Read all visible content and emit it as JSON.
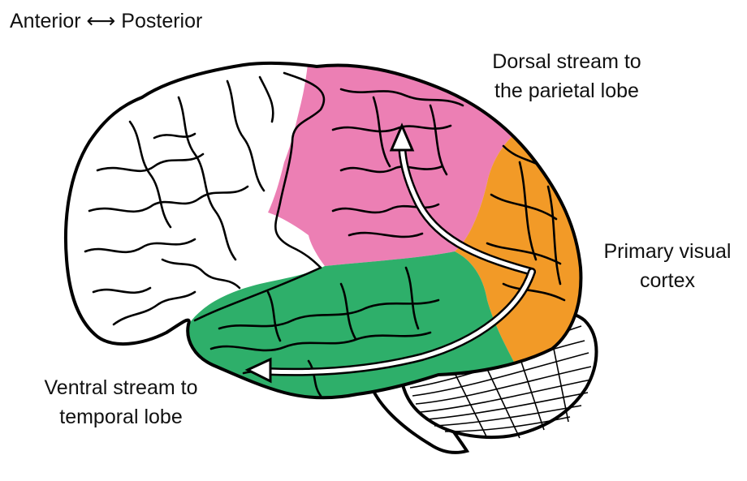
{
  "orientation": {
    "anterior": "Anterior",
    "arrow": "⟷",
    "posterior": "Posterior"
  },
  "labels": {
    "dorsal_line1": "Dorsal stream to",
    "dorsal_line2": "the parietal lobe",
    "visual_line1": "Primary visual",
    "visual_line2": "cortex",
    "ventral_line1": "Ventral stream to",
    "ventral_line2": "temporal lobe"
  },
  "colors": {
    "frontal": "#ffffff",
    "parietal": "#ec7fb4",
    "occipital": "#f29a27",
    "temporal": "#2eaf6a",
    "cerebellum": "#ffffff",
    "outline": "#000000",
    "arrow_fill": "#ffffff",
    "arrow_stroke": "#000000"
  }
}
